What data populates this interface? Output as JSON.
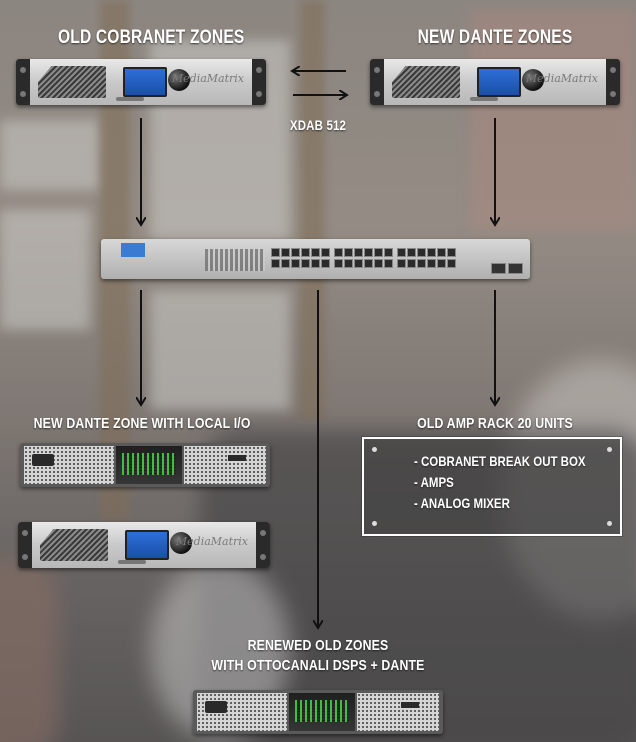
{
  "labels": {
    "old_cobranet": "OLD COBRANET ZONES",
    "new_dante": "NEW DANTE ZONES",
    "xdab": "XDAB 512",
    "new_dante_local": "NEW DANTE ZONE WITH LOCAL I/O",
    "old_amp_rack": "OLD AMP RACK 20 UNITS",
    "renewed_line1": "RENEWED OLD ZONES",
    "renewed_line2": "WITH OTTOCANALI DSPS + DANTE"
  },
  "rack_items": [
    "- COBRANET BREAK OUT BOX",
    "- AMPS",
    "- ANALOG MIXER"
  ],
  "device_brand": "MediaMatrix",
  "colors": {
    "text": "#ffffff",
    "arrow": "#111111",
    "lcd": "#2d6fd8",
    "meter": "#3fbe3f",
    "switch_label": "#3b7bd1"
  },
  "icons": [
    "mediamatrix-dsp-unit",
    "network-switch",
    "ottocanali-amplifier",
    "bidirectional-arrows",
    "down-arrow"
  ]
}
